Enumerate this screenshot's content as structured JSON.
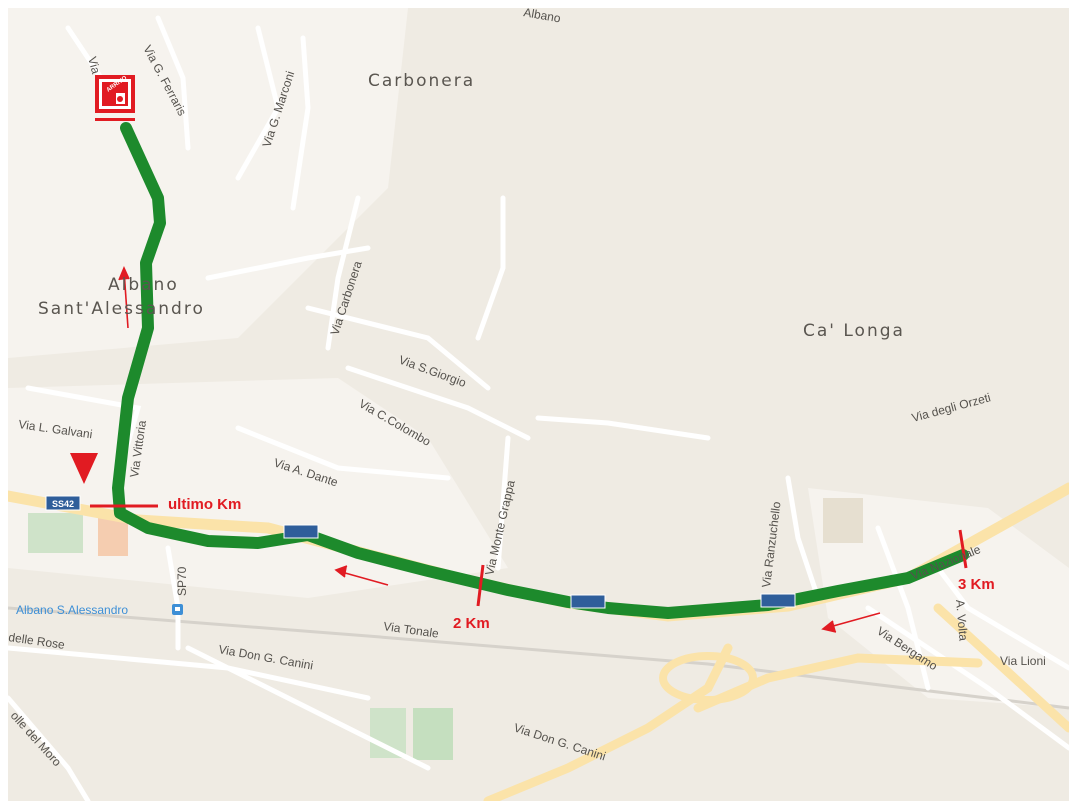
{
  "map": {
    "places": {
      "carbonera": "Carbonera",
      "albano_line1": "Albano",
      "albano_line2": "Sant'Alessandro",
      "ca_longa": "Ca' Longa",
      "top_edge": "Albano"
    },
    "streets": {
      "ferraris": "Via G. Ferraris",
      "top_left_via": "Via",
      "marconi": "Via G. Marconi",
      "carbonera": "Via Carbonera",
      "sgiorgio": "Via S.Giorgio",
      "colombo": "Via C.Colombo",
      "galvani": "Via L. Galvani",
      "dante": "Via A. Dante",
      "monte_grappa": "Via Monte Grappa",
      "ranzuchello": "Via Ranzuchello",
      "orzeti": "Via degli Orzeti",
      "nazionale": "Via Nazionale",
      "volta": "A. Volta",
      "lioni": "Via Lioni",
      "bergamo": "Via Bergamo",
      "tonale": "Via Tonale",
      "canini_1": "Via Don G. Canini",
      "canini_2": "Via Don G. Canini",
      "delle_rose": "delle Rose",
      "colle_del_moro": "olle del Moro",
      "sp70": "SP70",
      "route_vertical": "Via Vittoria"
    },
    "poi": {
      "station": "Albano S.Alessandro"
    },
    "road_shields": {
      "ss42": "SS42"
    },
    "km_markers": {
      "ultimo": "ultimo Km",
      "km2": "2 Km",
      "km3": "3 Km"
    },
    "finish_badge": "ARRIVO",
    "colors": {
      "route": "#1d8a2c",
      "marker": "#e11b22",
      "background": "#efebe3",
      "major_road": "#fbe3a9",
      "minor_road": "#ffffff",
      "text": "#5a5650",
      "station": "#3d8fd6",
      "shield": "#2f5e9a"
    }
  }
}
